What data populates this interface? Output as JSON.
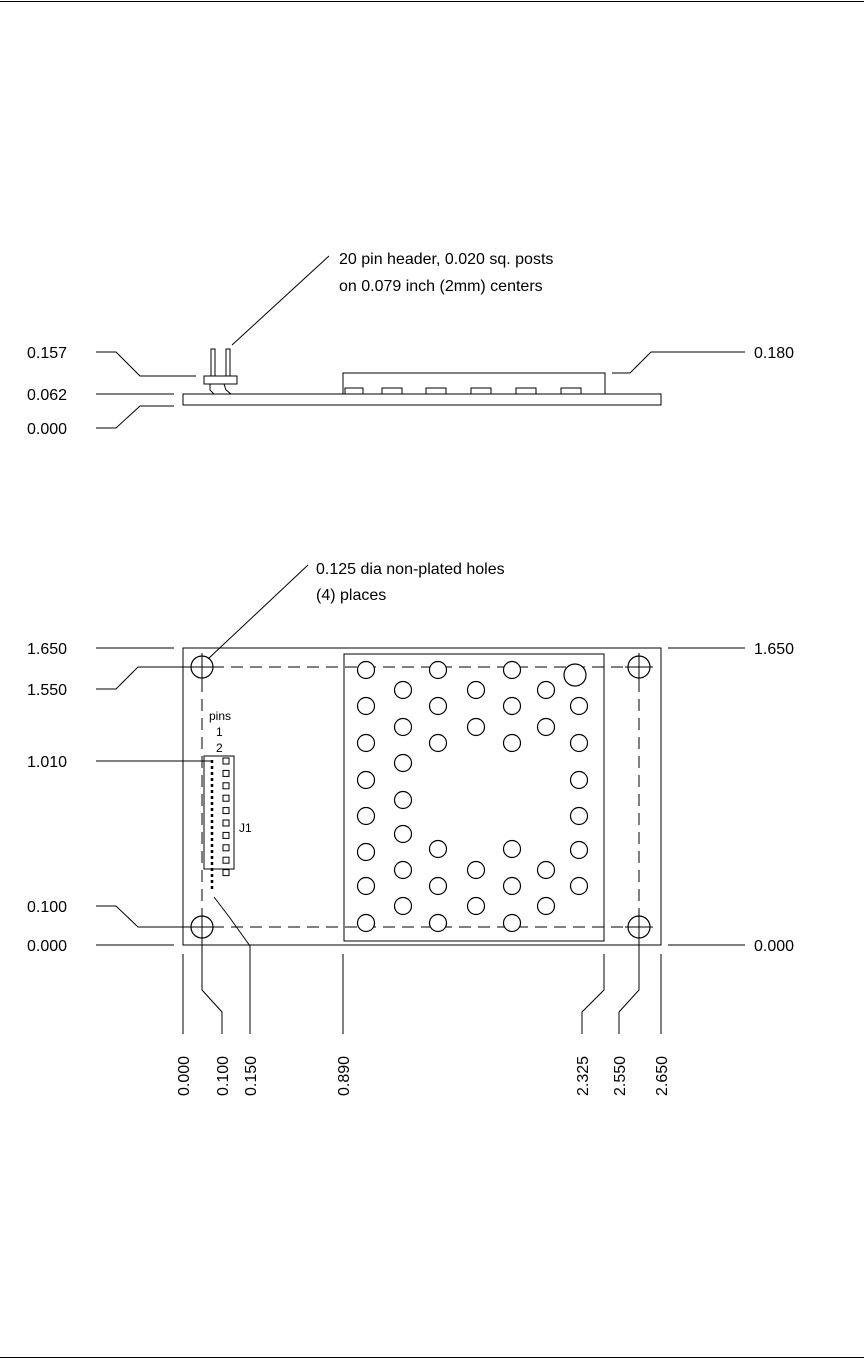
{
  "side_view": {
    "callout": {
      "line1": "20 pin header, 0.020 sq. posts",
      "line2": "on 0.079 inch (2mm) centers"
    },
    "dims_left": [
      "0.157",
      "0.062",
      "0.000"
    ],
    "dims_right": [
      "0.180"
    ]
  },
  "top_view": {
    "callout": {
      "line1": "0.125 dia non-plated holes",
      "line2": "(4) places"
    },
    "dims_left": [
      "1.650",
      "1.550",
      "1.010",
      "0.100",
      "0.000"
    ],
    "dims_right": [
      "1.650",
      "0.000"
    ],
    "dims_bottom": [
      "0.000",
      "0.100",
      "0.150",
      "0.890",
      "2.325",
      "2.550",
      "2.650"
    ],
    "header_labels": {
      "pins": "pins",
      "pin1": "1",
      "pin2": "2",
      "ref": "J1"
    }
  }
}
